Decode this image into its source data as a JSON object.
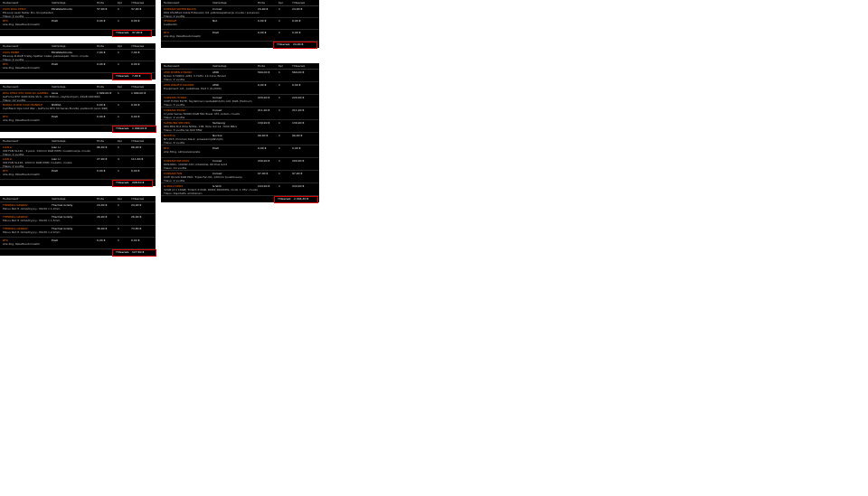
{
  "header": {
    "product": "Tuotenosoit",
    "maker": "Valmistaja",
    "price": "Hinta",
    "qty": "Kpl",
    "sum": "Yhteensä"
  },
  "total_label": "Yhteensä:",
  "theme": {
    "accent": "#ff6a00",
    "highlight": "#e00000",
    "bg": "#000000"
  },
  "panels": [
    {
      "id": "p1",
      "items": [
        {
          "name": "ASUS ROG STRIX",
          "maker": "EK-Waterblocks",
          "price": "37,90 €",
          "qty": "1",
          "sum": "37,90 €",
          "desc": "EK-Loop Leak Tester Pro, tiiviystesteri",
          "stock": "Tilaus: 2 vuotta"
        },
        {
          "name": "RTX",
          "maker": "Posti",
          "price": "0,00 €",
          "qty": "1",
          "sum": "0,00 €",
          "desc": "Alle 2kg, Pakettiautomaatti",
          "stock": ""
        }
      ],
      "total": "37,90 €"
    },
    {
      "id": "p2",
      "items": [
        {
          "name": "ASUS PRIME",
          "maker": "EK-Waterblocks",
          "price": "7,90 €",
          "qty": "1",
          "sum": "7,90 €",
          "desc": "EK-Loop D-RGB 3-Way Splitter Cable -jakokaapeli, 30cm, musta",
          "stock": "Tilaus: 2 vuotta"
        },
        {
          "name": "RTX",
          "maker": "Posti",
          "price": "0,00 €",
          "qty": "1",
          "sum": "0,00 €",
          "desc": "Alle 2kg, Pakettiautomaatti",
          "stock": ""
        }
      ],
      "total": "7,90 €"
    },
    {
      "id": "p3",
      "items": [
        {
          "name": "ROG STRIX RTX 3090 OC GAMING",
          "maker": "Asus",
          "price": "1 999,00 €",
          "qty": "1",
          "sum": "1 999,00 €",
          "desc": "GeForce RTX 3090 ROG Strix - OC Edition -näytönohjain, 24GB GDDR6X",
          "stock": "Tilaus: 12 vuotta"
        },
        {
          "name": "NVIDIA AUDIO COLD BUNDLE",
          "maker": "NVIDIA",
          "price": "0,00 €",
          "qty": "1",
          "sum": "0,00 €",
          "desc": "Call Black Ops Cold War - GeForce RTX 30 Series Bundle -pelikoodi (arvo 69€)",
          "stock": ""
        },
        {
          "name": "RTX",
          "maker": "Posti",
          "price": "0,00 €",
          "qty": "1",
          "sum": "0,00 €",
          "desc": "Alle 2kg, Pakettiautomaatti",
          "stock": ""
        }
      ],
      "total": "1 999,00 €"
    },
    {
      "id": "p4",
      "items": [
        {
          "name": "LIAN LI",
          "maker": "Lian Li",
          "price": "96,90 €",
          "qty": "1",
          "sum": "96,90 €",
          "desc": "UNI FAN SL120 - 3-pack, 120mm RGB PWM -tuuletinsarja, musta",
          "stock": "Tilaus: 2 vuotta"
        },
        {
          "name": "LIAN LI",
          "maker": "Lian Li",
          "price": "27,90 €",
          "qty": "4",
          "sum": "111,60 €",
          "desc": "UNI FAN SL120, 120mm RGB PWM -tuuletin, musta",
          "stock": "Tilaus: 2 vuotta"
        },
        {
          "name": "RTX",
          "maker": "Posti",
          "price": "0,00 €",
          "qty": "1",
          "sum": "0,00 €",
          "desc": "Alle 2kg, Pakettiautomaatti",
          "stock": ""
        }
      ],
      "total": "208,50 €"
    },
    {
      "id": "p5",
      "items": [
        {
          "name": "THERMAL GRIZZLY",
          "maker": "Thermal Grizzly",
          "price": "24,90 €",
          "qty": "1",
          "sum": "24,90 €",
          "desc": "Minus Pad 8 -lämpötyyny, 30x30 x 1,0mm",
          "stock": ""
        },
        {
          "name": "THERMAL GRIZZLY",
          "maker": "Thermal Grizzly",
          "price": "26,90 €",
          "qty": "1",
          "sum": "26,90 €",
          "desc": "Minus Pad 8 -lämpötyyny, 30x30 x 1,5mm",
          "stock": ""
        },
        {
          "name": "THERMAL GRIZZLY",
          "maker": "Thermal Grizzly",
          "price": "36,90 €",
          "qty": "2",
          "sum": "73,80 €",
          "desc": "Minus Pad 8 -lämpötyyny, 30x30 x 2,0mm",
          "stock": ""
        },
        {
          "name": "RTX",
          "maker": "Posti",
          "price": "0,00 €",
          "qty": "1",
          "sum": "0,00 €",
          "desc": "Alle 2kg, Pakettiautomaatti",
          "stock": ""
        }
      ],
      "total": "127,60 €"
    },
    {
      "id": "p6",
      "items": [
        {
          "name": "CORSAIR WATER BLOCK",
          "maker": "Corsair",
          "price": "24,90 €",
          "qty": "1",
          "sum": "24,90 €",
          "desc": "PRO Modified Cable Extension Kit -jatkokaapelisarja, musta / punainen",
          "stock": "Tilaus: 2 vuotta"
        },
        {
          "name": "STORAGE",
          "maker": "N/A",
          "price": "0,00 €",
          "qty": "1",
          "sum": "0,00 €",
          "desc": "Lisätiedot",
          "stock": ""
        },
        {
          "name": "RTX",
          "maker": "Posti",
          "price": "0,00 €",
          "qty": "1",
          "sum": "0,00 €",
          "desc": "Alle 2kg, Pakettiautomaatti",
          "stock": ""
        }
      ],
      "total": "24,90 €"
    },
    {
      "id": "p7",
      "items": [
        {
          "name": "AMD RYZEN 9 5900X",
          "maker": "AMD",
          "price": "569,00 €",
          "qty": "1",
          "sum": "569,00 €",
          "desc": "Ryzen 9 5900X, AM4, 3.7GHz, 12-Core, Boxed",
          "stock": "Tilaus: 2 vuotta"
        },
        {
          "name": "AMD WRAITH COOLER",
          "maker": "AMD",
          "price": "0,00 €",
          "qty": "1",
          "sum": "0,00 €",
          "desc": "Equipment -kit - paketissa, Part 1 (6-2000)",
          "stock": ""
        },
        {
          "name": "CORSAIR HYDRO",
          "maker": "Corsair",
          "price": "229,90 €",
          "qty": "1",
          "sum": "229,90 €",
          "desc": "iCUE H150i ELITE, täydellinen nestejäähdytin AiO, RGB, Platinum",
          "stock": "Tilaus: 5 vuotta"
        },
        {
          "name": "CORSAIR 5000D",
          "maker": "Corsair",
          "price": "211,90 €",
          "qty": "1",
          "sum": "211,90 €",
          "desc": "Crystal Series 5000D RGB Mid-Tower ATX -kotelo, musta",
          "stock": "Tilaus: 2 vuotta"
        },
        {
          "name": "SAMSUNG 980 PRO",
          "maker": "Samsung",
          "price": "139,90 €",
          "qty": "1",
          "sum": "139,90 €",
          "desc": "980 PRO M.2 PCIe NVMe, 1TB, PCIe 4.0 x4, 7000 MB/s",
          "stock": "Tilaus: 5 vuotta tai 600 TBW"
        },
        {
          "name": "NOCTUA",
          "maker": "Noctua",
          "price": "99,90 €",
          "qty": "1",
          "sum": "99,90 €",
          "desc": "NH-D15 chromax.black -prosessorijäähdytin",
          "stock": "Tilaus: 6 vuotta"
        },
        {
          "name": "RTX",
          "maker": "Posti",
          "price": "0,00 €",
          "qty": "1",
          "sum": "0,00 €",
          "desc": "Alle 30kg, Lähipalvelupiste",
          "stock": ""
        },
        {
          "name": "CORSAIR RM1000x",
          "maker": "Corsair",
          "price": "209,90 €",
          "qty": "1",
          "sum": "209,90 €",
          "desc": "RM1000x, 1000W ATX virtalähde, 80 Plus Gold",
          "stock": "Tilaus: 10 vuotta"
        },
        {
          "name": "CORSAIR FAN",
          "maker": "Corsair",
          "price": "97,90 €",
          "qty": "1",
          "sum": "97,90 €",
          "desc": "iCUE QL120 RGB PRO, Triple Fan Kit, 120mm tuuletinsarja",
          "stock": "Tilaus: 2 vuotta"
        },
        {
          "name": "G.SKILL DDR4",
          "maker": "G.Skill",
          "price": "244,90 €",
          "qty": "1",
          "sum": "244,90 €",
          "desc": "32GB (2 x 16GB) Trident Z RGB, DDR4 3600MHz, CL16, 1.35V, musta",
          "stock": "Tilaus: Rajoitettu elinikäinen"
        }
      ],
      "total": "2 004,30 €"
    }
  ]
}
